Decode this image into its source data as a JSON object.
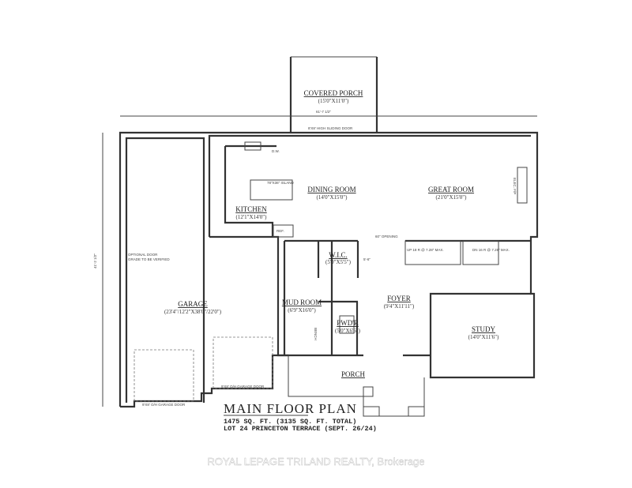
{
  "plan": {
    "title": "MAIN FLOOR PLAN",
    "area": "1475 SQ. FT. (3135 SQ. FT. TOTAL)",
    "lot": "LOT 24 PRINCETON TERRACE (SEPT. 26/24)",
    "overall_width": "61'-7 1/2\"",
    "overall_depth": "41'-2 1/2\"",
    "notes": {
      "sliding_door": "8'X8' HIGH SLIDING DOOR",
      "island": "78\"X36\" ISLAND",
      "dw": "D.W.",
      "ref": "REF.",
      "opening": "60\" OPENING",
      "fireplace": "ELEC. F/P",
      "optional_door_1": "OPTIONAL DOOR",
      "optional_door_2": "GRADE TO BE VERIFIED",
      "garage_door_1": "9'X8' O/H GARAGE DOOR",
      "garage_door_2": "9'X8' O/H GARAGE DOOR",
      "bench": "BENCH",
      "hall_width": "5'-6\"",
      "stairs_up": "UP 18 R @ 7.28\" MAX.",
      "stairs_down": "DN 16 R @ 7.28\" MAX."
    },
    "rooms": [
      {
        "name": "COVERED PORCH",
        "size": "(15'0\"X11'0\")"
      },
      {
        "name": "DINING ROOM",
        "size": "(14'0\"X15'0\")"
      },
      {
        "name": "GREAT ROOM",
        "size": "(21'0\"X15'0\")"
      },
      {
        "name": "KITCHEN",
        "size": "(12'1\"X14'0\")"
      },
      {
        "name": "GARAGE",
        "size": "(23'4\"/12'2\"X38'0\"/22'0\")"
      },
      {
        "name": "W.I.C.",
        "size": "(5'0\"X5'5\")"
      },
      {
        "name": "MUD ROOM",
        "size": "(6'9\"X16'0\")"
      },
      {
        "name": "PWD'R",
        "size": "(5'0\"X6'6\")"
      },
      {
        "name": "FOYER",
        "size": "(9'4\"X11'11\")"
      },
      {
        "name": "STUDY",
        "size": "(14'0\"X11'6\")"
      },
      {
        "name": "PORCH",
        "size": ""
      }
    ]
  },
  "watermark": "ROYAL LEPAGE TRILAND REALTY, Brokerage"
}
